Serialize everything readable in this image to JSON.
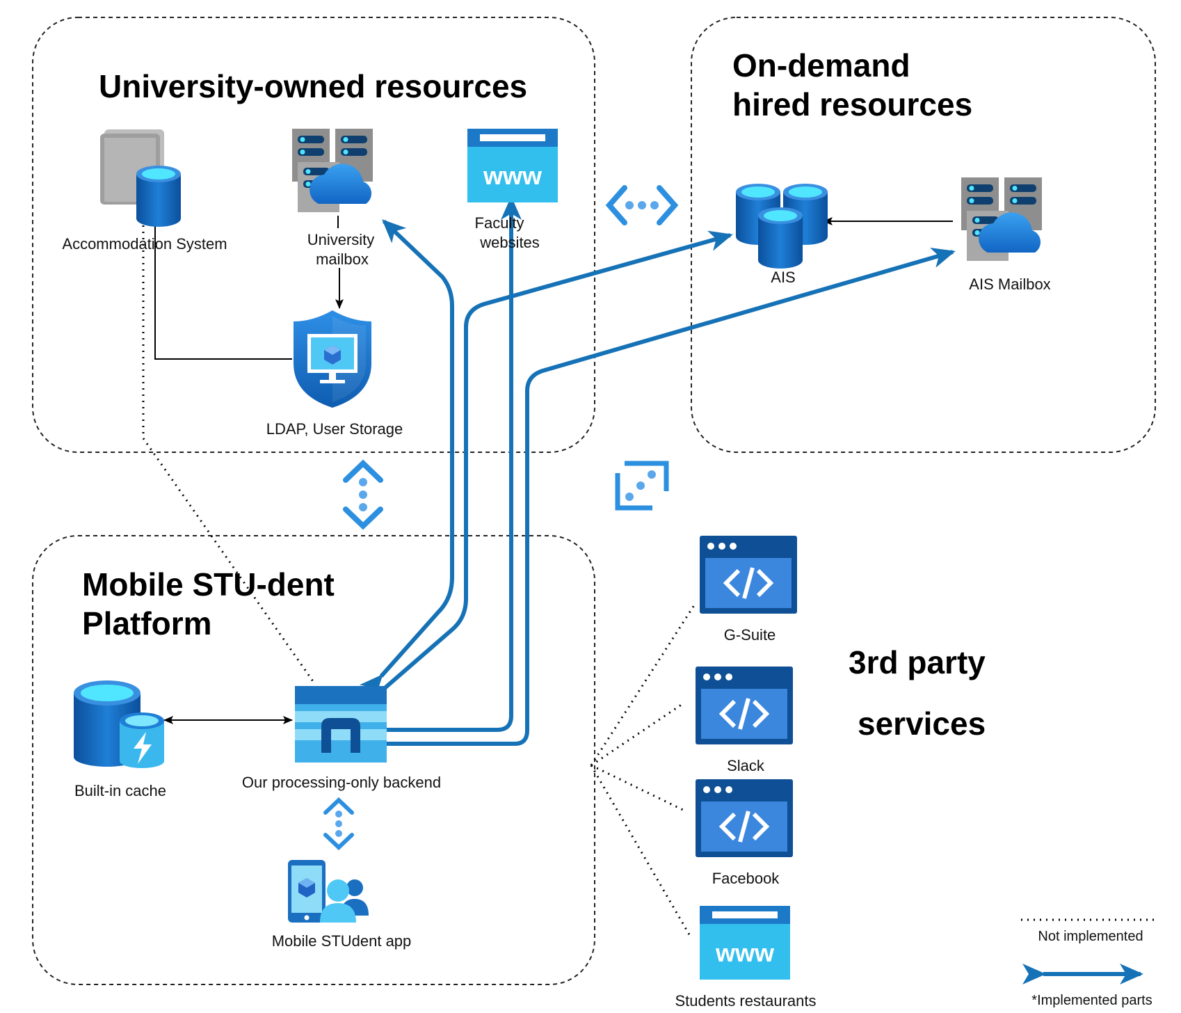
{
  "groups": {
    "university": {
      "title": "University-owned resources"
    },
    "on_demand": {
      "title_line1": "On-demand",
      "title_line2": "hired resources"
    },
    "platform": {
      "title_line1": "Mobile STU-dent",
      "title_line2": "Platform"
    },
    "third_party": {
      "title_line1": "3rd party",
      "title_line2": "services"
    }
  },
  "nodes": {
    "accommodation": {
      "label": "Accommodation System",
      "icon": "storage-database-icon"
    },
    "university_mailbox": {
      "label_line1": "University",
      "label_line2": "mailbox",
      "icon": "cloud-server-icon"
    },
    "faculty_websites": {
      "label_line1": "Faculty",
      "label_line2": "websites",
      "icon": "www-icon"
    },
    "ldap": {
      "label": "LDAP, User Storage",
      "icon": "shield-monitor-icon"
    },
    "ais": {
      "label": "AIS",
      "icon": "databases-icon"
    },
    "ais_mailbox": {
      "label": "AIS Mailbox",
      "icon": "cloud-server-icon"
    },
    "cache": {
      "label": "Built-in cache",
      "icon": "cache-database-icon"
    },
    "backend": {
      "label": "Our processing-only backend",
      "icon": "app-service-icon"
    },
    "mobile_app": {
      "label": "Mobile STUdent app",
      "icon": "mobile-users-icon"
    },
    "gsuite": {
      "label": "G-Suite",
      "icon": "code-window-icon"
    },
    "slack": {
      "label": "Slack",
      "icon": "code-window-icon"
    },
    "facebook": {
      "label": "Facebook",
      "icon": "code-window-icon"
    },
    "restaurants": {
      "label": "Students restaurants",
      "icon": "www-icon"
    }
  },
  "legend": {
    "not_implemented": "Not implemented",
    "implemented": "*Implemented parts"
  },
  "colors": {
    "implemented_arrow": "#1672b6",
    "dark_blue": "#0f5fa8",
    "mid_blue": "#2a7fd4",
    "light_cyan": "#50e6ff",
    "www_cyan": "#34c2ee",
    "gray": "#9a9a9a"
  }
}
